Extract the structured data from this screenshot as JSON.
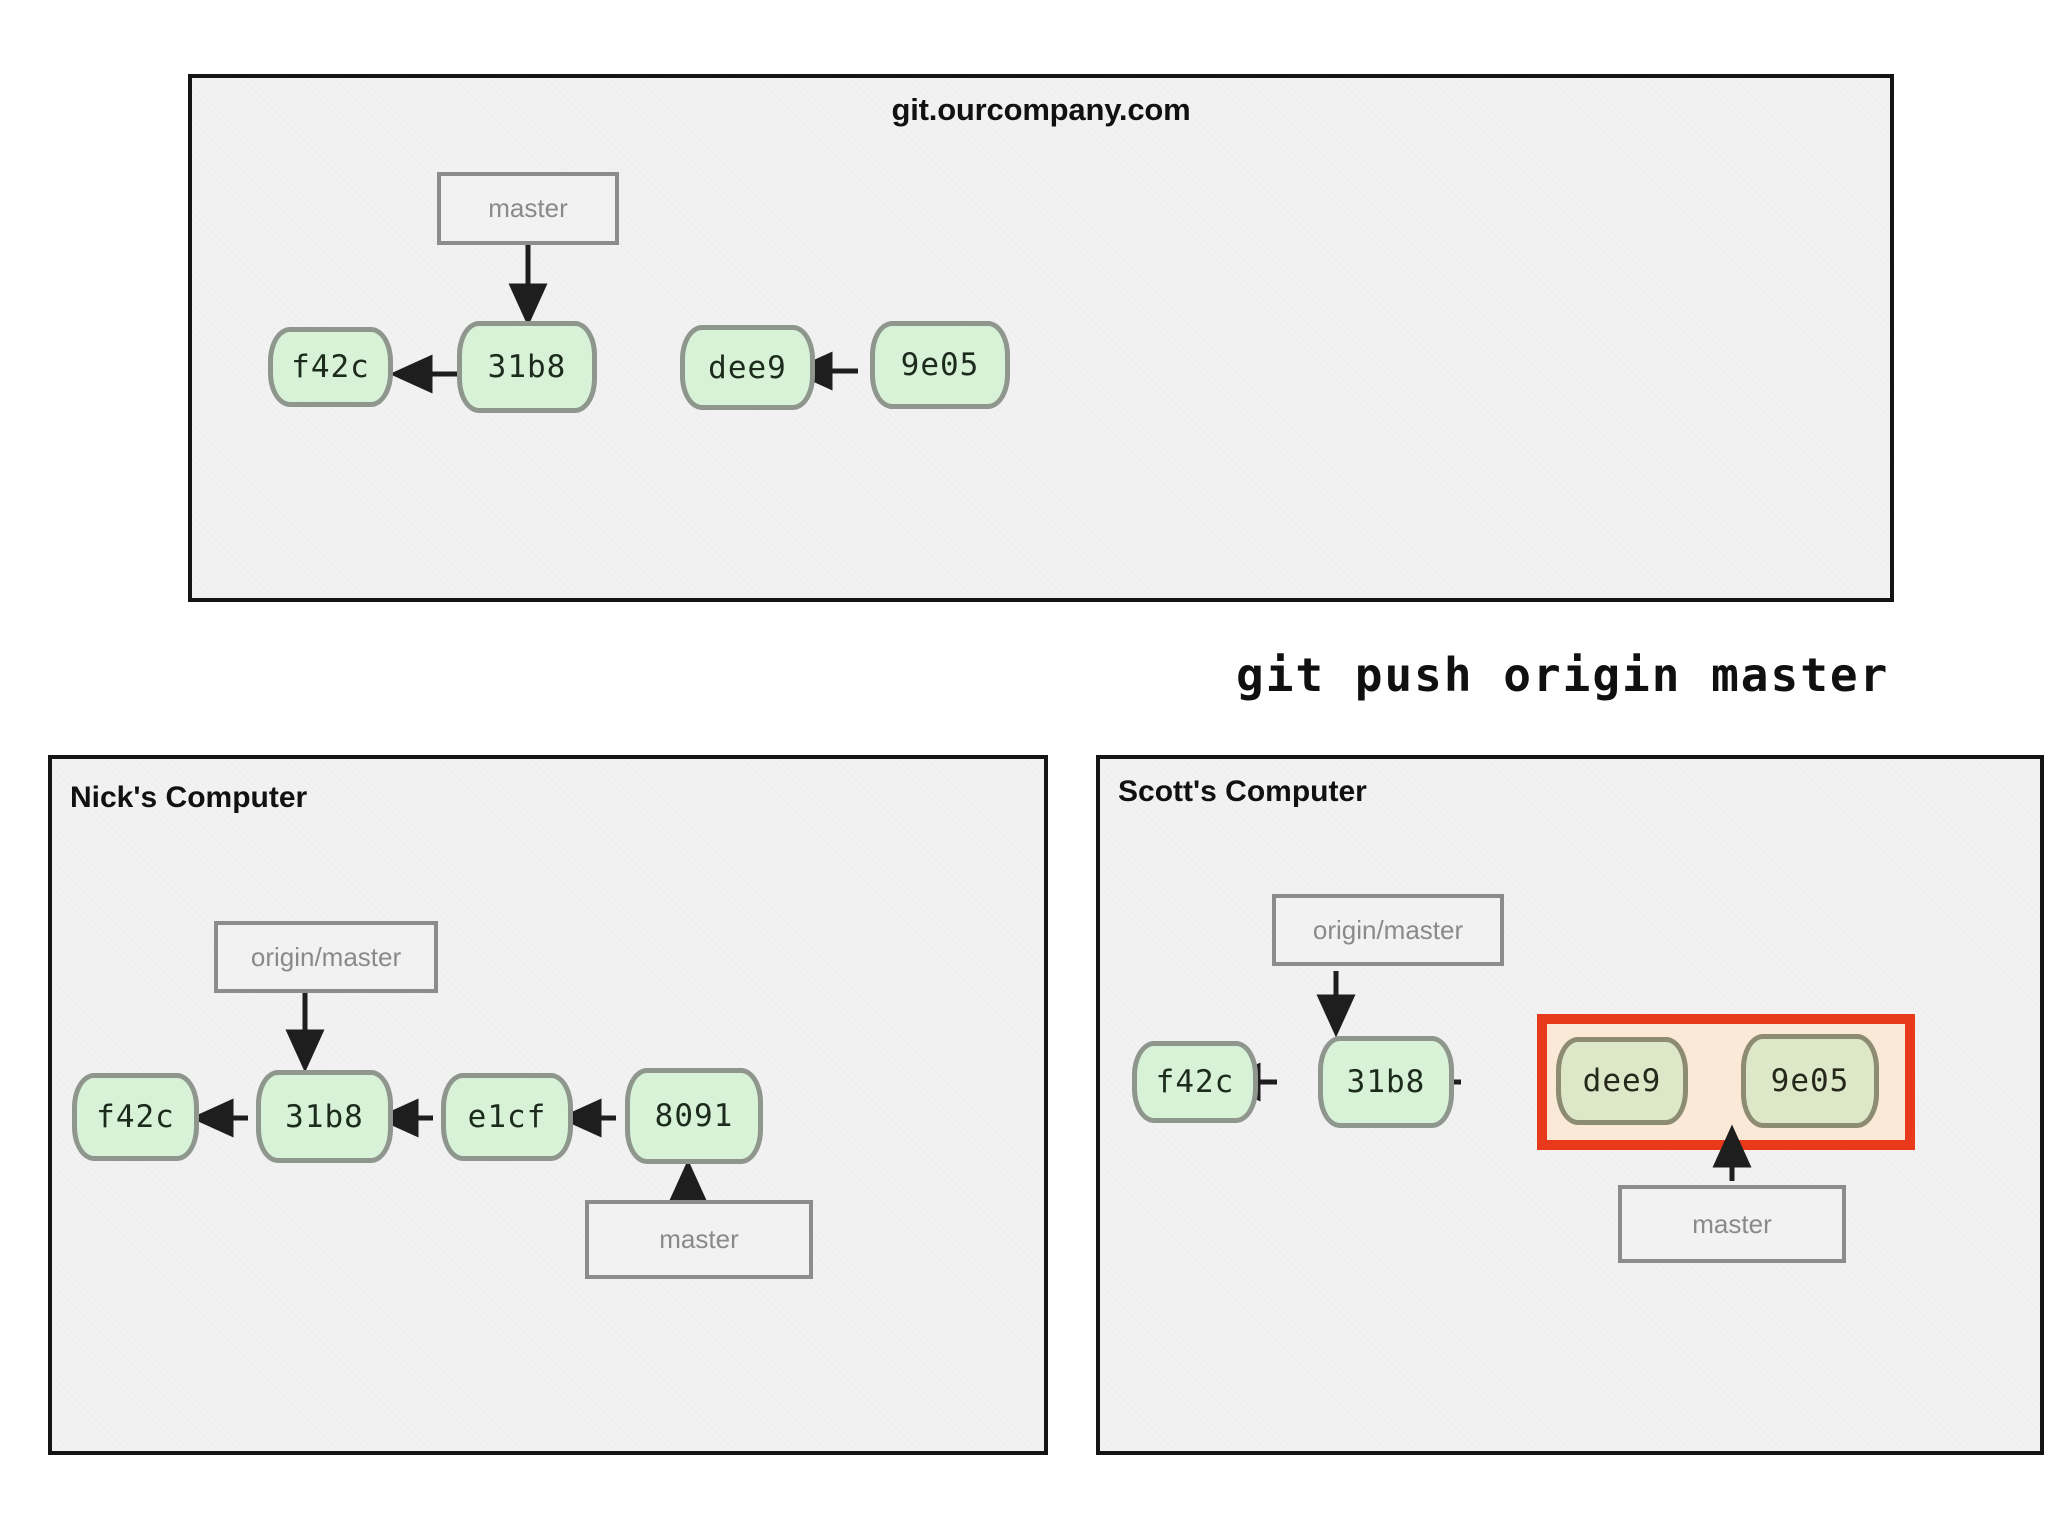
{
  "diagram": {
    "type": "git-push-flow",
    "command_caption": "git push origin master",
    "colors": {
      "commit_fill": "#d8f2d8",
      "commit_border": "#8e968e",
      "commit_dim_fill": "#dde8c9",
      "branch_fill": "#f2f2f2",
      "branch_border": "#8c8c8c",
      "branch_text": "#8a8a8a",
      "panel_fill": "#f0f0f0",
      "panel_border": "#141414",
      "highlight_border": "#e8391b",
      "highlight_fill": "#fae9d7",
      "page_background": "#ffffff"
    }
  },
  "server_panel": {
    "title": "git.ourcompany.com",
    "branch_label": "master",
    "commits": [
      {
        "id": "f42c"
      },
      {
        "id": "31b8"
      },
      {
        "id": "dee9"
      },
      {
        "id": "9e05"
      }
    ],
    "edges": [
      {
        "from": "31b8",
        "to": "f42c"
      },
      {
        "from": "9e05",
        "to": "dee9"
      },
      {
        "from": "master",
        "to": "31b8"
      }
    ]
  },
  "nick_panel": {
    "title": "Nick's Computer",
    "branch_labels": {
      "remote": "origin/master",
      "local": "master"
    },
    "commits": [
      {
        "id": "f42c"
      },
      {
        "id": "31b8"
      },
      {
        "id": "e1cf"
      },
      {
        "id": "8091"
      }
    ],
    "edges": [
      {
        "from": "31b8",
        "to": "f42c"
      },
      {
        "from": "e1cf",
        "to": "31b8"
      },
      {
        "from": "8091",
        "to": "e1cf"
      },
      {
        "from": "origin/master",
        "to": "31b8"
      },
      {
        "from": "master",
        "to": "8091"
      }
    ]
  },
  "scott_panel": {
    "title": "Scott's Computer",
    "branch_labels": {
      "remote": "origin/master",
      "local": "master"
    },
    "commits": [
      {
        "id": "f42c",
        "highlighted": false
      },
      {
        "id": "31b8",
        "highlighted": false
      },
      {
        "id": "dee9",
        "highlighted": true
      },
      {
        "id": "9e05",
        "highlighted": true
      }
    ],
    "edges": [
      {
        "from": "31b8",
        "to": "f42c"
      },
      {
        "from": "dee9",
        "to": "31b8"
      },
      {
        "from": "9e05",
        "to": "dee9"
      },
      {
        "from": "origin/master",
        "to": "31b8"
      },
      {
        "from": "master",
        "to": "9e05"
      }
    ],
    "highlight": {
      "label": "pushed-commits",
      "commits": [
        "dee9",
        "9e05"
      ]
    }
  }
}
